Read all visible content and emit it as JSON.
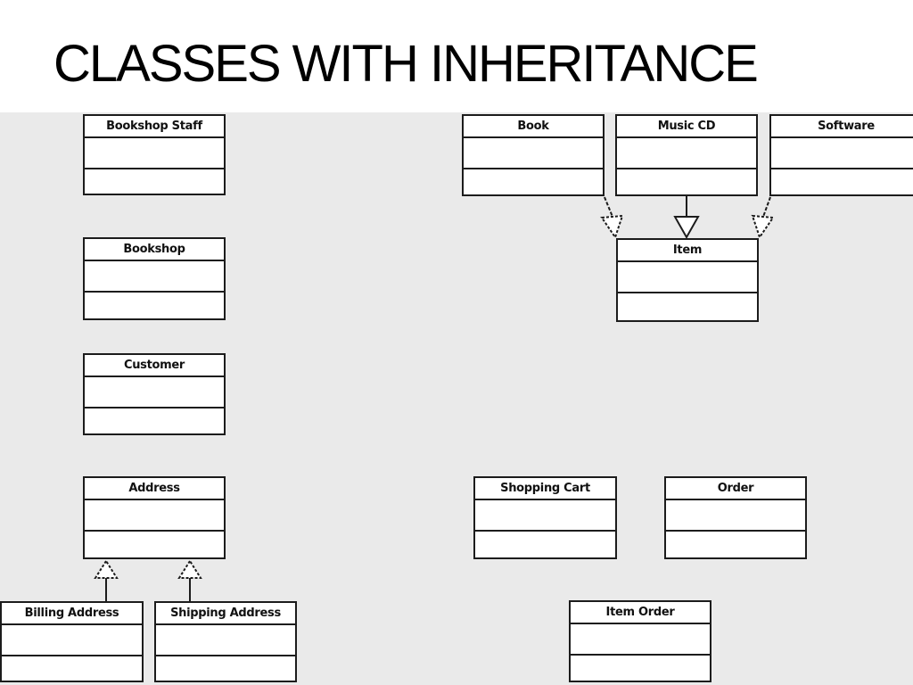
{
  "slide": {
    "title": "CLASSES WITH INHERITANCE"
  },
  "diagram": {
    "classes": {
      "bookshop_staff": {
        "name": "Bookshop Staff"
      },
      "bookshop": {
        "name": "Bookshop"
      },
      "customer": {
        "name": "Customer"
      },
      "address": {
        "name": "Address"
      },
      "billing_address": {
        "name": "Billing Address"
      },
      "shipping_address": {
        "name": "Shipping Address"
      },
      "book": {
        "name": "Book"
      },
      "music_cd": {
        "name": "Music CD"
      },
      "software": {
        "name": "Software"
      },
      "item": {
        "name": "Item"
      },
      "shopping_cart": {
        "name": "Shopping Cart"
      },
      "order": {
        "name": "Order"
      },
      "item_order": {
        "name": "Item Order"
      }
    },
    "relationships": [
      {
        "type": "generalization",
        "from": "Book",
        "to": "Item"
      },
      {
        "type": "generalization",
        "from": "Music CD",
        "to": "Item"
      },
      {
        "type": "generalization",
        "from": "Software",
        "to": "Item"
      },
      {
        "type": "generalization",
        "from": "Billing Address",
        "to": "Address"
      },
      {
        "type": "generalization",
        "from": "Shipping Address",
        "to": "Address"
      }
    ],
    "colors": {
      "background": "#eaeaea",
      "box_fill": "#ffffff",
      "line": "#1c1c1c"
    }
  }
}
